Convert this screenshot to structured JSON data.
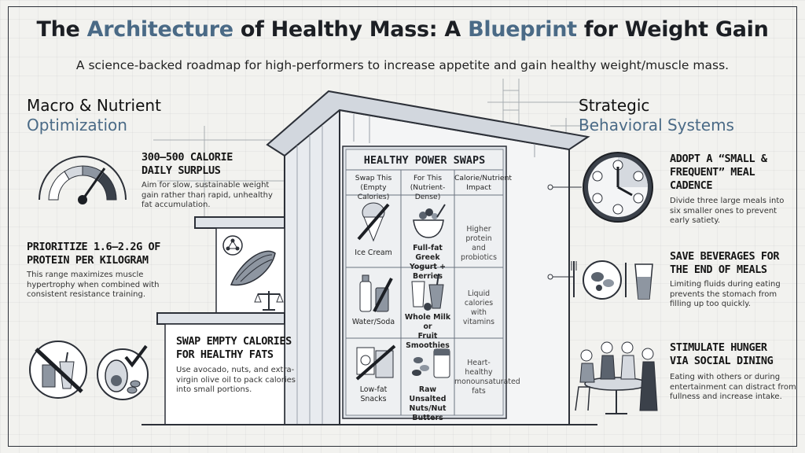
{
  "title": {
    "part1": "The ",
    "accent1": "Architecture",
    "part2": " of Healthy Mass: A ",
    "accent2": "Blueprint",
    "part3": " for Weight Gain"
  },
  "subtitle": "A science-backed roadmap for high-performers to increase appetite and gain healthy weight/muscle mass.",
  "left": {
    "heading_line1": "Macro & Nutrient",
    "heading_line2": "Optimization",
    "items": [
      {
        "title_lines": [
          "300–500 CALORIE",
          "DAILY SURPLUS"
        ],
        "body_lines": [
          "Aim for slow, sustainable weight",
          "gain rather than rapid, unhealthy",
          "fat accumulation."
        ]
      },
      {
        "title_lines": [
          "PRIORITIZE 1.6–2.2G OF",
          "PROTEIN PER KILOGRAM"
        ],
        "body_lines": [
          "This range maximizes muscle",
          "hypertrophy when combined with",
          "consistent resistance training."
        ]
      },
      {
        "title_lines": [
          "SWAP EMPTY CALORIES",
          "FOR HEALTHY FATS"
        ],
        "body_lines": [
          "Use avocado, nuts, and extra-",
          "virgin olive oil to pack calories",
          "into small portions."
        ]
      }
    ]
  },
  "right": {
    "heading_line1": "Strategic",
    "heading_line2": "Behavioral Systems",
    "items": [
      {
        "title_lines": [
          "ADOPT A “SMALL &",
          "FREQUENT” MEAL",
          "CADENCE"
        ],
        "body_lines": [
          "Divide three large meals into",
          "six smaller ones to prevent",
          "early satiety."
        ]
      },
      {
        "title_lines": [
          "SAVE BEVERAGES FOR",
          "THE END OF MEALS"
        ],
        "body_lines": [
          "Limiting fluids during eating",
          "prevents the stomach from",
          "filling up too quickly."
        ]
      },
      {
        "title_lines": [
          "STIMULATE HUNGER",
          "VIA SOCIAL DINING"
        ],
        "body_lines": [
          "Eating with others or during",
          "entertainment can distract from",
          "fullness and increase intake."
        ]
      }
    ]
  },
  "table": {
    "title": "HEALTHY POWER SWAPS",
    "col1": [
      "Swap This",
      "(Empty Calories)"
    ],
    "col2": [
      "For This",
      "(Nutrient-Dense)"
    ],
    "col3": [
      "Calorie/Nutrient",
      "Impact"
    ],
    "rows": [
      {
        "swap": [
          "Ice Cream"
        ],
        "for": [
          "Full-fat Greek",
          "Yogurt + Berries"
        ],
        "impact": [
          "Higher protein",
          "and probiotics"
        ]
      },
      {
        "swap": [
          "Water/Soda"
        ],
        "for": [
          "Whole Milk or",
          "Fruit Smoothies"
        ],
        "impact": [
          "Liquid calories",
          "with vitamins"
        ]
      },
      {
        "swap": [
          "Low-fat",
          "Snacks"
        ],
        "for": [
          "Raw Unsalted",
          "Nuts/Nut Butters"
        ],
        "impact": [
          "Heart-healthy",
          "monounsaturated",
          "fats"
        ]
      }
    ]
  },
  "colors": {
    "accent": "#4a6a86",
    "ink": "#1c1f24",
    "paper": "#f2f2ef",
    "panel": "#dfe3e8"
  }
}
